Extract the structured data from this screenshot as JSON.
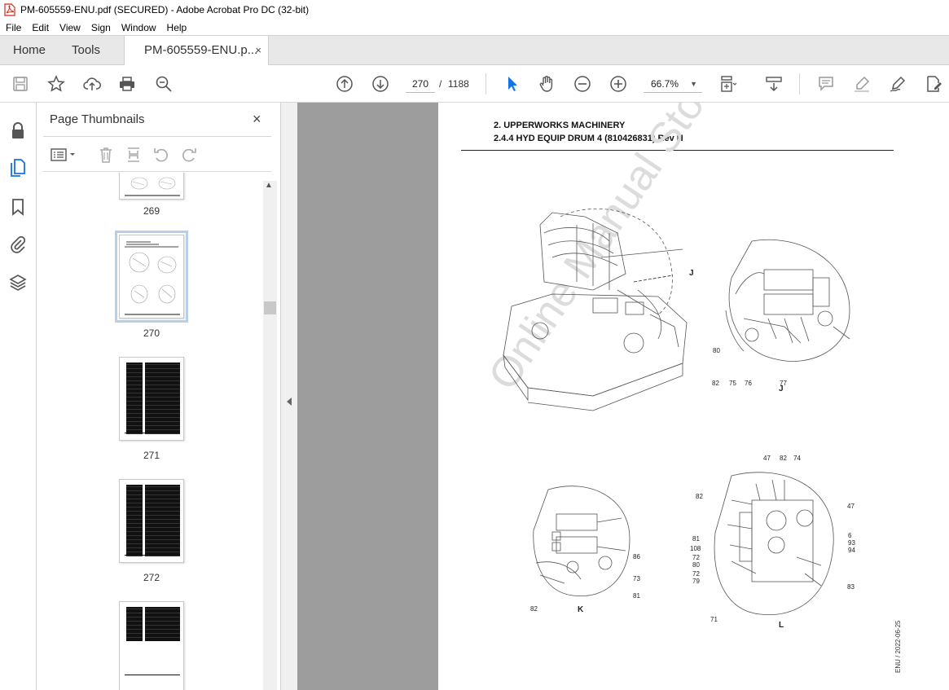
{
  "window": {
    "title": "PM-605559-ENU.pdf (SECURED) - Adobe Acrobat Pro DC (32-bit)",
    "icon": "acrobat-pdf-icon"
  },
  "menu": [
    "File",
    "Edit",
    "View",
    "Sign",
    "Window",
    "Help"
  ],
  "tabs": {
    "home": "Home",
    "tools": "Tools",
    "document": "PM-605559-ENU.p...",
    "close": "×"
  },
  "toolbar": {
    "page_current": "270",
    "page_separator": "/",
    "page_total": "1188",
    "zoom": "66.7%"
  },
  "thumbnails_panel": {
    "title": "Page Thumbnails",
    "close": "×",
    "pages": [
      {
        "label": "269",
        "selected": false
      },
      {
        "label": "270",
        "selected": true
      },
      {
        "label": "271",
        "selected": false
      },
      {
        "label": "272",
        "selected": false
      },
      {
        "label": "",
        "selected": false
      }
    ]
  },
  "document": {
    "heading1": "2. UPPERWORKS MACHINERY",
    "heading2": "2.4.4 HYD EQUIP DRUM 4 (810426831) Rev H",
    "watermark": "Online Manual Store",
    "side_date": "ENU / 2022-06-25",
    "figure_labels": {
      "j_callout": "J",
      "j_letter": "J",
      "k_letter": "K",
      "l_letter": "L",
      "j": [
        "80",
        "82",
        "75",
        "76",
        "77"
      ],
      "k": [
        "86",
        "73",
        "81",
        "82"
      ],
      "l": [
        "47",
        "82",
        "74",
        "82",
        "81",
        "108",
        "72",
        "80",
        "72",
        "79",
        "47",
        "6",
        "93",
        "94",
        "83",
        "71"
      ]
    }
  },
  "colors": {
    "accent": "#1473e6",
    "doc_background": "#9d9d9d",
    "tab_bar": "#e8e8e8"
  }
}
